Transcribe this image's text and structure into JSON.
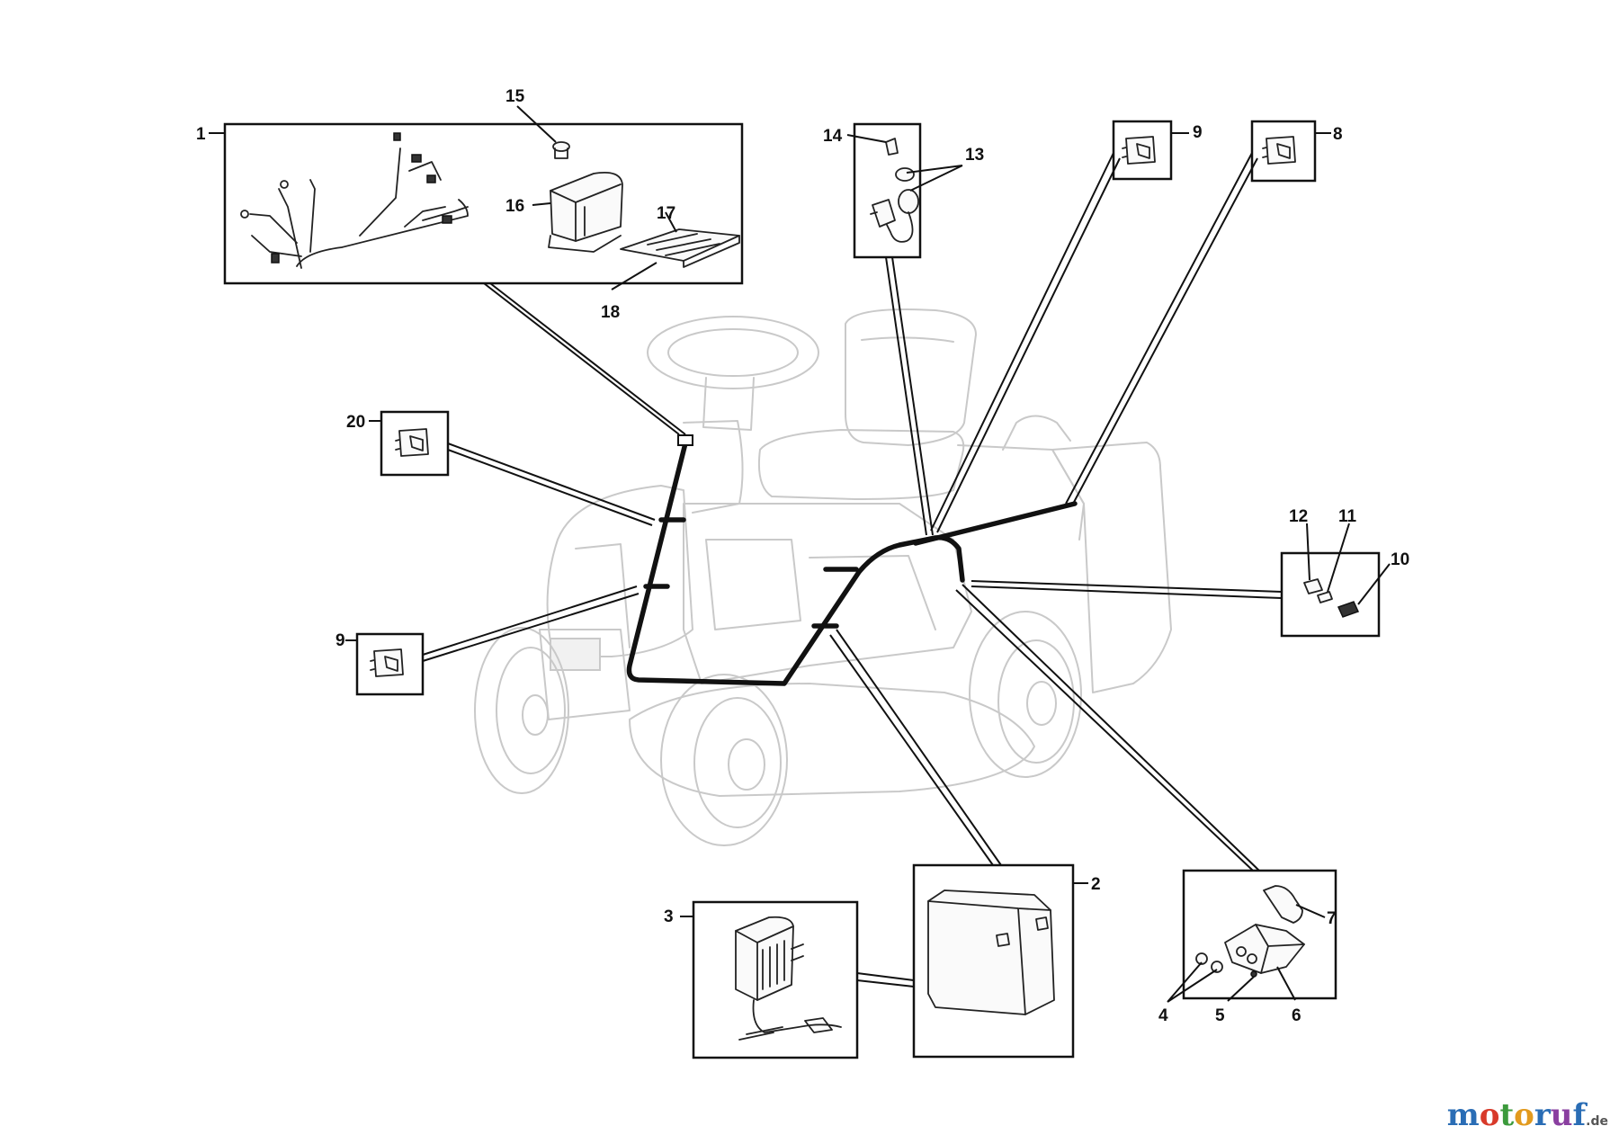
{
  "callouts": {
    "c1": "1",
    "c2": "2",
    "c3": "3",
    "c4": "4",
    "c5": "5",
    "c6": "6",
    "c7": "7",
    "c8": "8",
    "c9a": "9",
    "c9b": "9",
    "c10": "10",
    "c11": "11",
    "c12": "12",
    "c13": "13",
    "c14": "14",
    "c15": "15",
    "c16": "16",
    "c17": "17",
    "c18": "18",
    "c20": "20"
  },
  "watermark": {
    "letters": [
      "m",
      "o",
      "t",
      "o",
      "r",
      "u",
      "f"
    ],
    "tld": ".de"
  }
}
